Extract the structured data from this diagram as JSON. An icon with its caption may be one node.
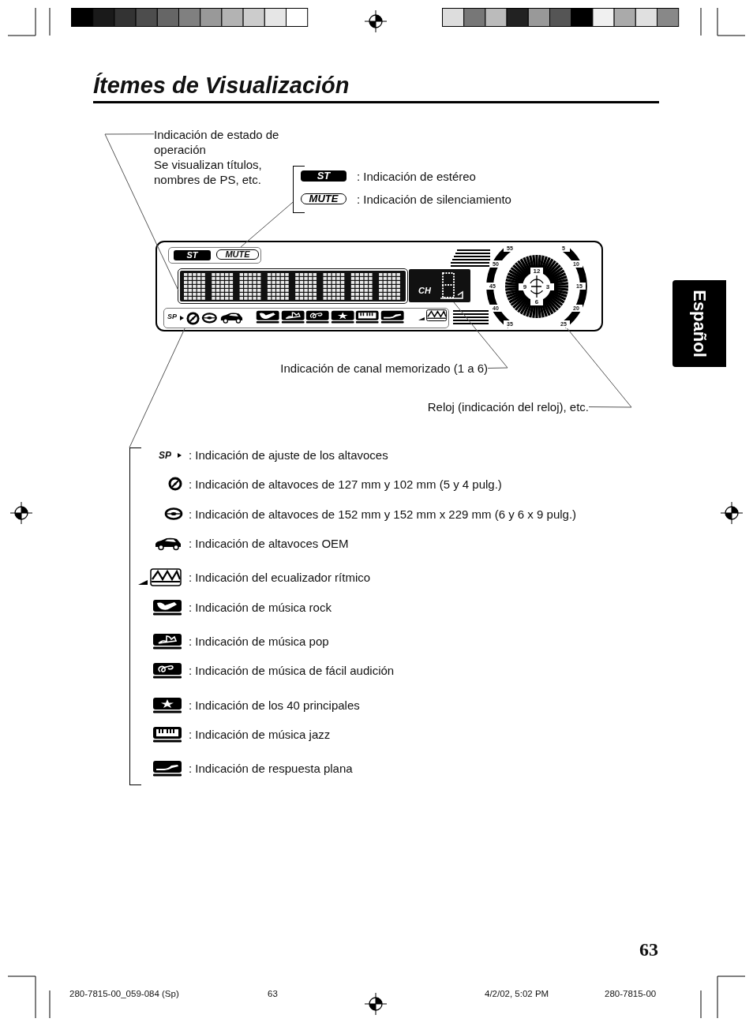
{
  "diagram": {
    "title": "Ítemes de Visualización",
    "nodes": [
      {
        "text": [
          "Indicación de estado de operación",
          "Se visualizan títulos, nombres de PS, etc."
        ]
      },
      {
        "text": [
          "ST",
          ": Indicación de estéreo",
          "MUTE",
          ": Indicación de silenciamiento"
        ]
      },
      {
        "text": [],
        "shape": "picture"
      },
      {
        "text": [
          "ST",
          "MUTE"
        ],
        "in": 2
      },
      {
        "text": [],
        "shape": "box",
        "in": 2
      },
      {
        "text": [
          "CH"
        ],
        "in": 2
      },
      {
        "text": [
          "55",
          "5",
          "50",
          "10",
          "45",
          "15",
          "40",
          "20",
          "35",
          "25",
          "12",
          "3",
          "6",
          "9"
        ],
        "in": 2
      },
      {
        "text": [
          "SP"
        ],
        "in": 2
      },
      {
        "text": [
          "Indicación de canal memorizado (1 a 6)"
        ]
      },
      {
        "text": [
          "Reloj (indicación del reloj), etc."
        ]
      },
      {
        "text": [
          "SP",
          ": Indicación de ajuste de los altavoces",
          ": Indicación de altavoces de 127 mm y 102 mm (5 y 4 pulg.)",
          ": Indicación de altavoces de 152 mm y 152 mm x 229 mm (6 y 6 x 9 pulg.)",
          ": Indicación de altavoces OEM",
          ": Indicación del ecualizador rítmico",
          ": Indicación de música rock",
          ": Indicación de música pop",
          ": Indicación de música de fácil audición",
          ": Indicación de los 40 principales",
          ": Indicación de música jazz",
          ": Indicación de respuesta plana"
        ]
      }
    ],
    "edges": [
      {
        "from": 0,
        "to": 4,
        "arrow": "none"
      },
      {
        "from": 1,
        "to": 3,
        "arrow": "none"
      },
      {
        "from": 8,
        "to": 5,
        "arrow": "none"
      },
      {
        "from": 9,
        "to": 6,
        "arrow": "none"
      },
      {
        "from": 10,
        "to": 7,
        "arrow": "none"
      }
    ],
    "labels": [
      "Español",
      "63",
      "280-7815-00_059-084 (Sp)",
      "63",
      "4/2/02, 5:02 PM",
      "280-7815-00"
    ]
  }
}
